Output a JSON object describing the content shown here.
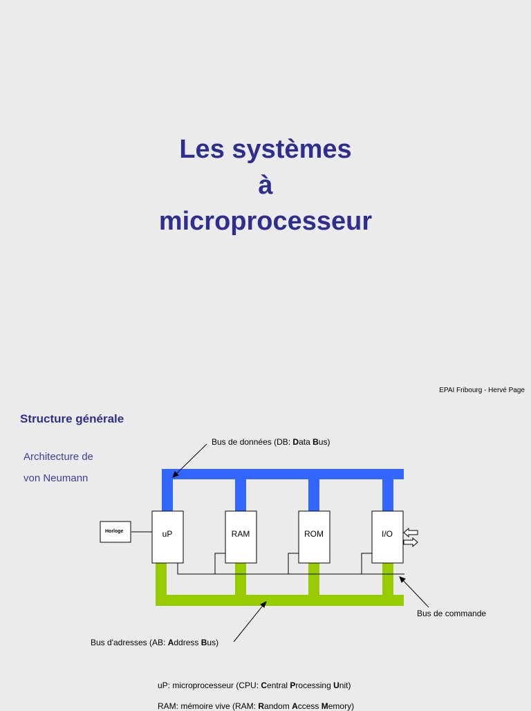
{
  "slide1": {
    "title_line1": "Les systèmes",
    "title_line2": "à",
    "title_line3": "microprocesseur",
    "footer": "EPAI Fribourg - Hervé Page"
  },
  "slide2": {
    "section_title": "Structure générale",
    "arch_line1": "Architecture de",
    "arch_line2": "von Neumann",
    "data_bus_label": {
      "pre": "Bus de données (DB: ",
      "b1": "D",
      "m1": "ata ",
      "b2": "B",
      "post": "us)"
    },
    "address_bus_label": {
      "pre": "Bus d'adresses (AB: ",
      "b1": "A",
      "m1": "ddress ",
      "b2": "B",
      "post": "us)"
    },
    "control_bus_label": "Bus de commande",
    "clock_label": "Horloge",
    "blocks": [
      "uP",
      "RAM",
      "ROM",
      "I/O"
    ],
    "legend": [
      {
        "pre": "uP: microprocesseur (CPU: ",
        "b1": "C",
        "m1": "entral ",
        "b2": "P",
        "m2": "rocessing ",
        "b3": "U",
        "post": "nit)"
      },
      {
        "pre": "RAM: mémoire vive (RAM: ",
        "b1": "R",
        "m1": "andom ",
        "b2": "A",
        "m2": "ccess ",
        "b3": "M",
        "post": "emory)"
      }
    ],
    "colors": {
      "data_bus": "#3366ff",
      "address_bus": "#99cc00",
      "title": "#2e2e8f"
    }
  }
}
